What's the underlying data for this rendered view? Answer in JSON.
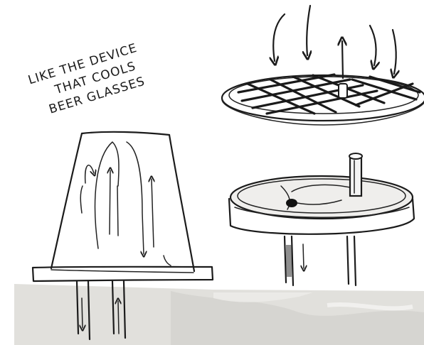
{
  "annotation": {
    "lines": [
      "LIKE THE DEVICE",
      "THAT COOLS",
      "BEER GLASSES"
    ]
  },
  "colors": {
    "paper": "#ffffff",
    "ink": "#1b1b1b",
    "smudge": "#d8d6d2"
  }
}
